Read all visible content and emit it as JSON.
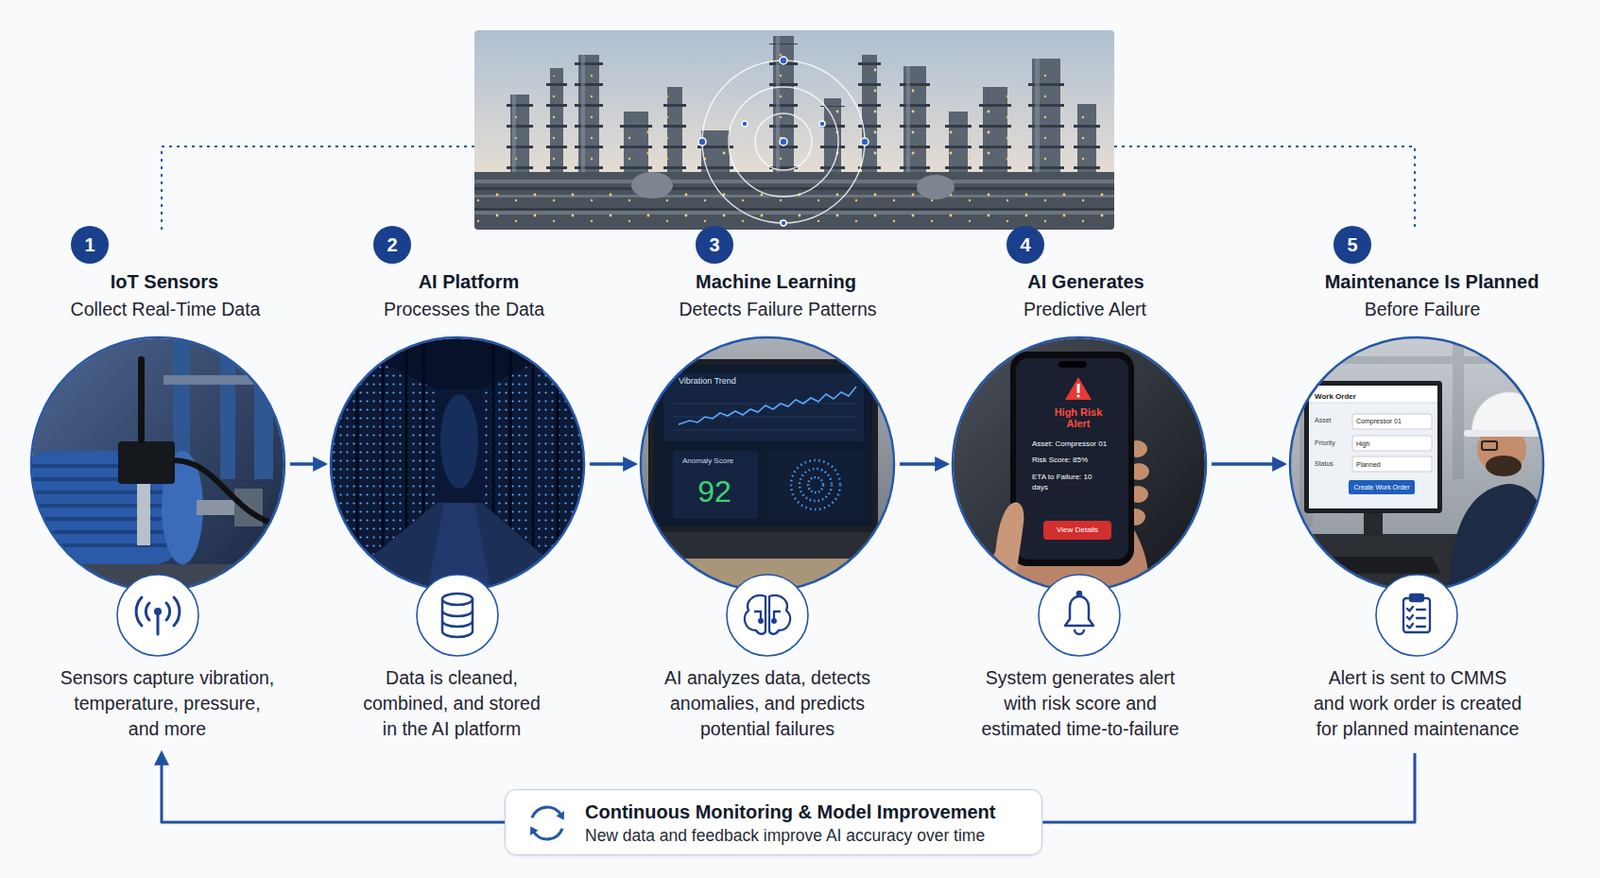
{
  "diagram": {
    "nodes": [
      {
        "text": [
          "1"
        ]
      },
      {
        "text": [
          "IoT Sensors",
          "Collect Real-Time Data",
          "Sensors capture vibration, temperature, pressure, and more"
        ]
      },
      {
        "text": [
          "2"
        ]
      },
      {
        "text": [
          "AI Platform",
          "Processes the Data",
          "Data is cleaned, combined, and stored in the AI platform"
        ]
      },
      {
        "text": [
          "3"
        ]
      },
      {
        "text": [
          "Machine Learning",
          "Detects Failure Patterns",
          "AI analyzes data, detects anomalies, and predicts potential failures"
        ]
      },
      {
        "text": [
          "4"
        ]
      },
      {
        "text": [
          "AI Generates",
          "Predictive Alert",
          "System generates alert with risk score and estimated time-to-failure"
        ]
      },
      {
        "text": [
          "5"
        ]
      },
      {
        "text": [
          "Maintenance Is Planned",
          "Before Failure",
          "Alert is sent to CMMS and work order is created for planned maintenance"
        ]
      },
      {
        "text": [
          "Continuous Monitoring & Model Improvement",
          "New data and feedback improve AI accuracy over time"
        ]
      }
    ],
    "edges": [
      {
        "from": 1,
        "to": 3,
        "arrow": "to"
      },
      {
        "from": 3,
        "to": 5,
        "arrow": "to"
      },
      {
        "from": 5,
        "to": 7,
        "arrow": "to"
      },
      {
        "from": 7,
        "to": 9,
        "arrow": "to"
      },
      {
        "from": 9,
        "to": 10,
        "arrow": "none"
      },
      {
        "from": 10,
        "to": 1,
        "arrow": "to"
      }
    ],
    "labels": [
      "Vibration Trend",
      "Anomaly Score",
      "92",
      "High Risk Alert",
      "Asset: Compressor 01",
      "Risk Score: 85%",
      "ETA to Failure: 10 days",
      "View Details",
      "Work Order",
      "Asset",
      "Compressor 01",
      "Priority",
      "High",
      "Status",
      "Planned",
      "Create Work Order"
    ]
  }
}
